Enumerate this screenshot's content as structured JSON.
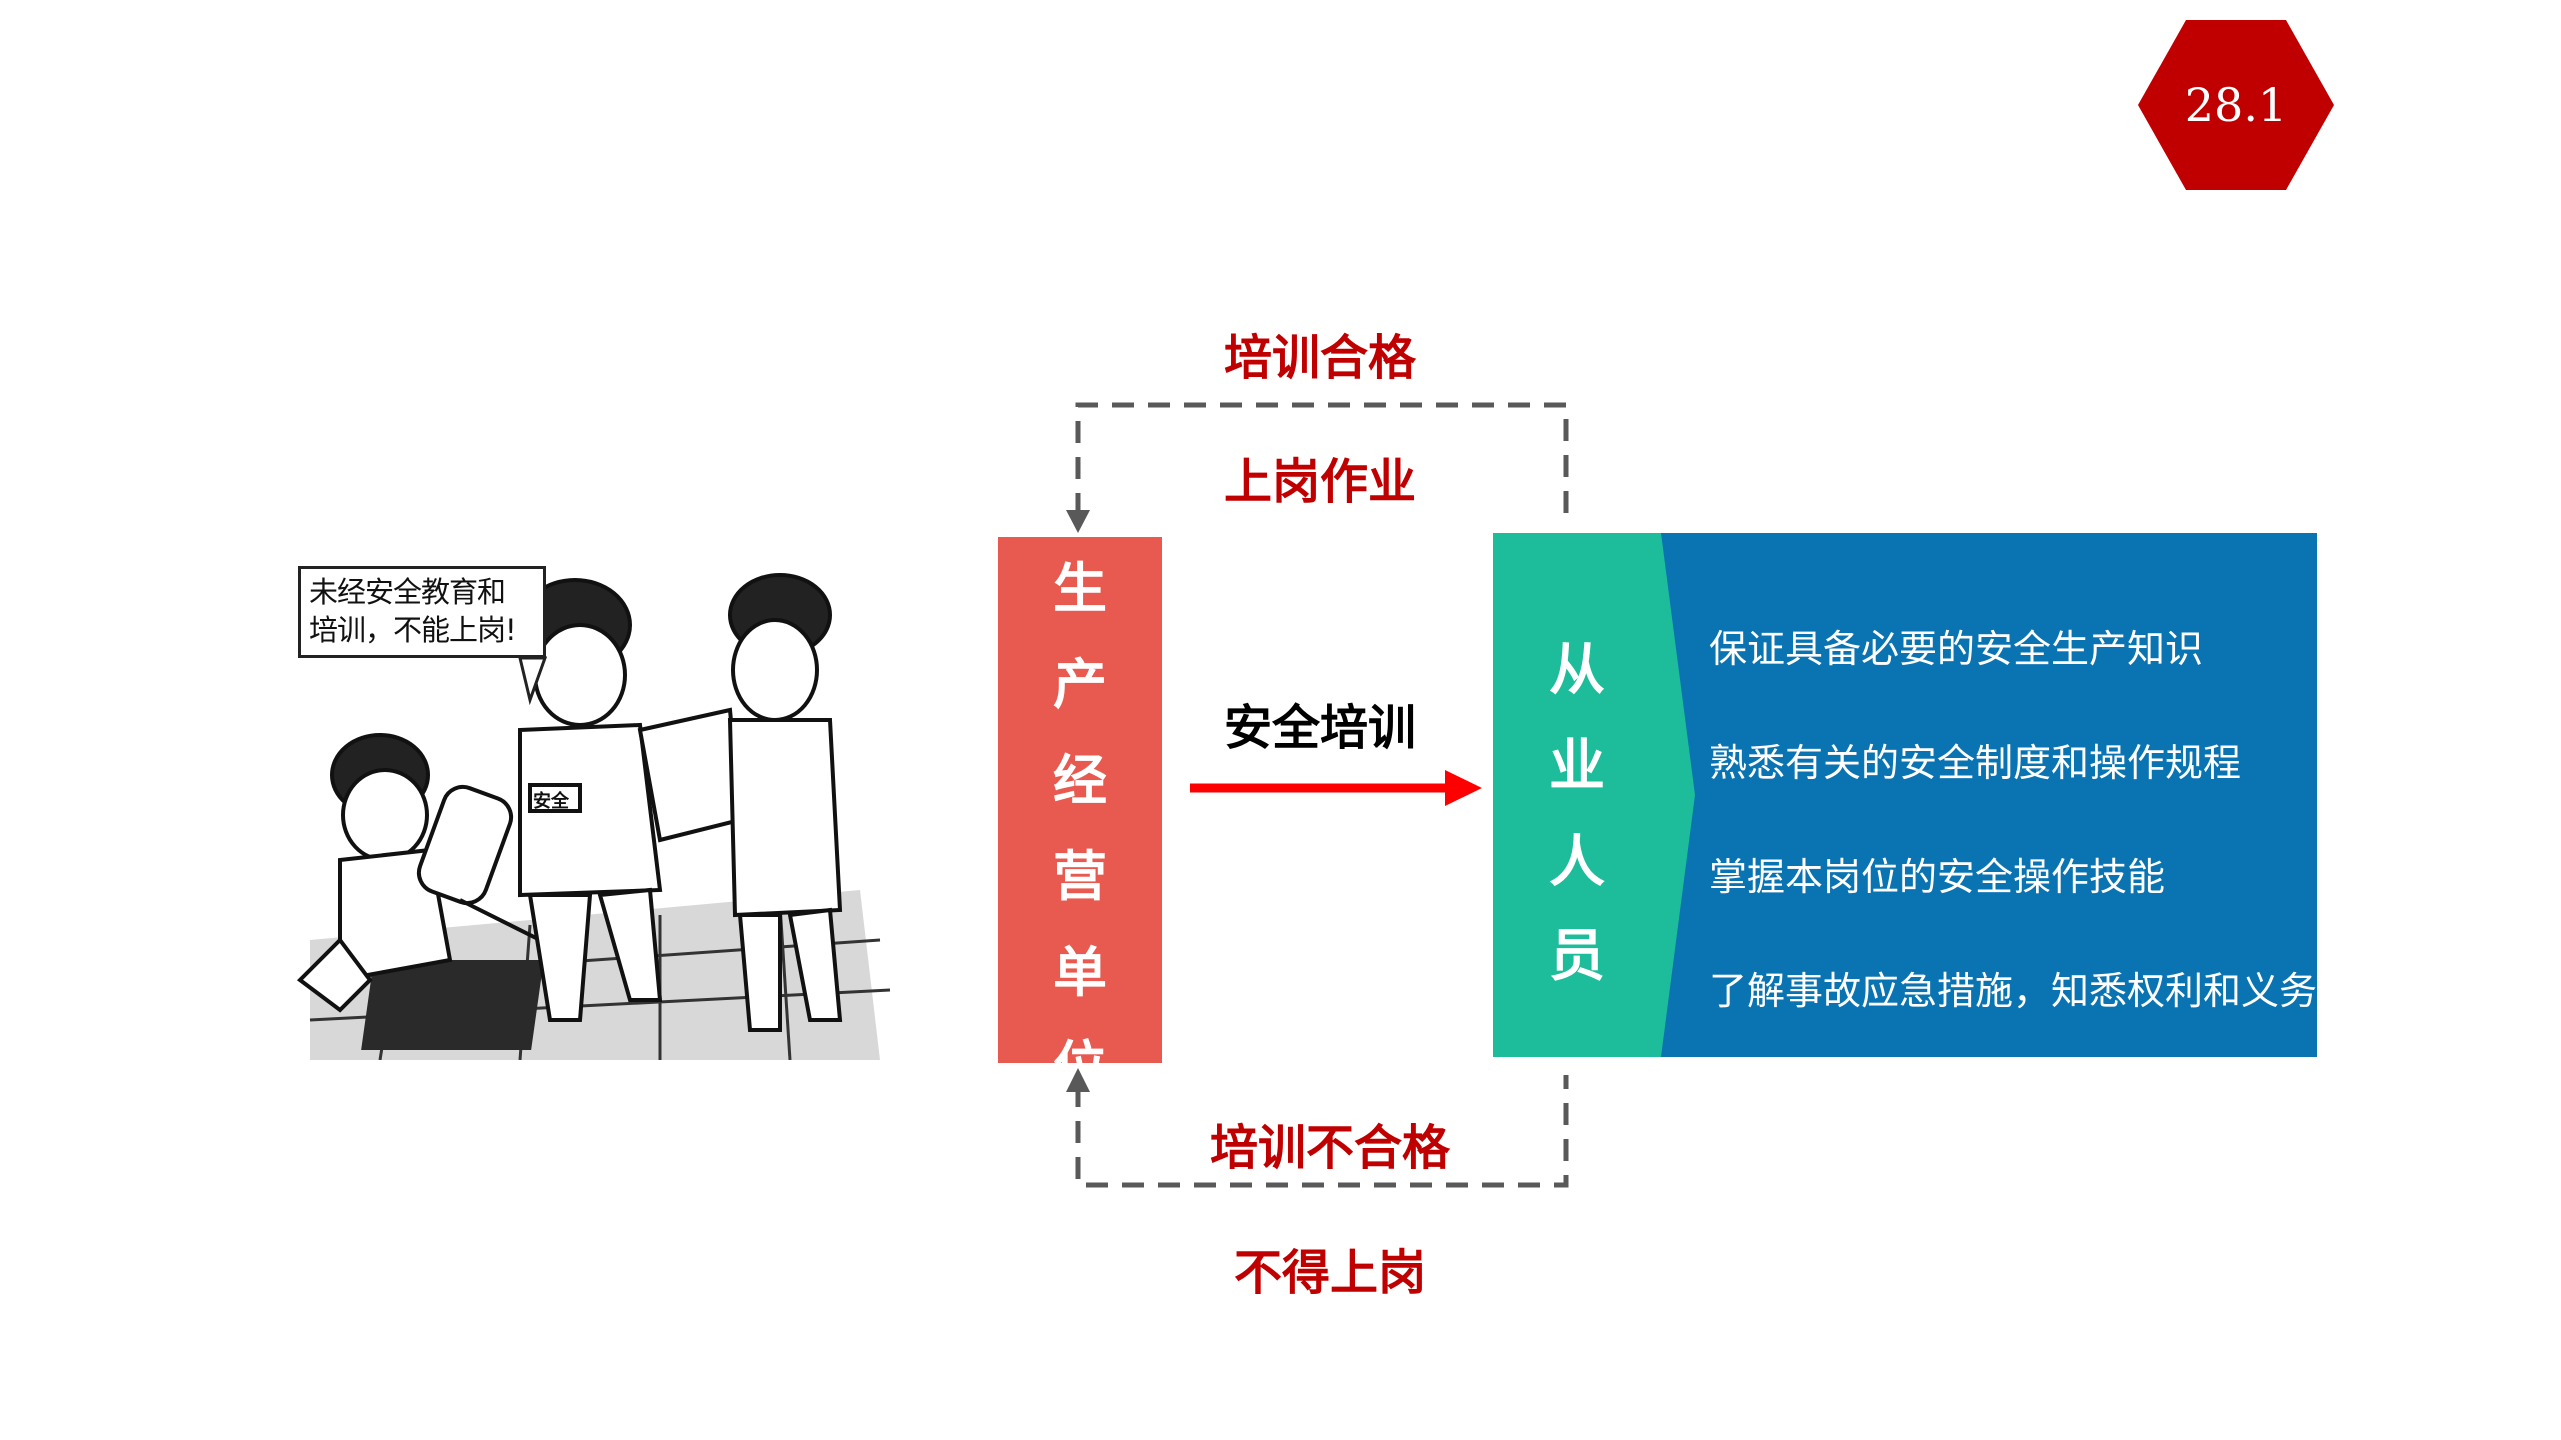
{
  "page_number": "28.1",
  "colors": {
    "badge": "#c00000",
    "label_red": "#c00000",
    "left_box": "#e85a4f",
    "teal_box": "#1dbd9b",
    "blue_box": "#0a73b2",
    "arrow": "#ff0000",
    "dash": "#595959"
  },
  "illustration": {
    "speech_line1": "未经安全教育和",
    "speech_line2": "培训，不能上岗!",
    "armband": "安全"
  },
  "flow": {
    "top_label_1": "培训合格",
    "top_label_2": "上岗作业",
    "middle_label": "安全培训",
    "bottom_label_1": "培训不合格",
    "bottom_label_2": "不得上岗"
  },
  "left_box": {
    "chars": [
      "生",
      "产",
      "经",
      "营",
      "单",
      "位"
    ]
  },
  "right_box": {
    "chars": [
      "从",
      "业",
      "人",
      "员"
    ],
    "items": [
      "保证具备必要的安全生产知识",
      "熟悉有关的安全制度和操作规程",
      "掌握本岗位的安全操作技能",
      "了解事故应急措施，知悉权利和义务"
    ]
  }
}
